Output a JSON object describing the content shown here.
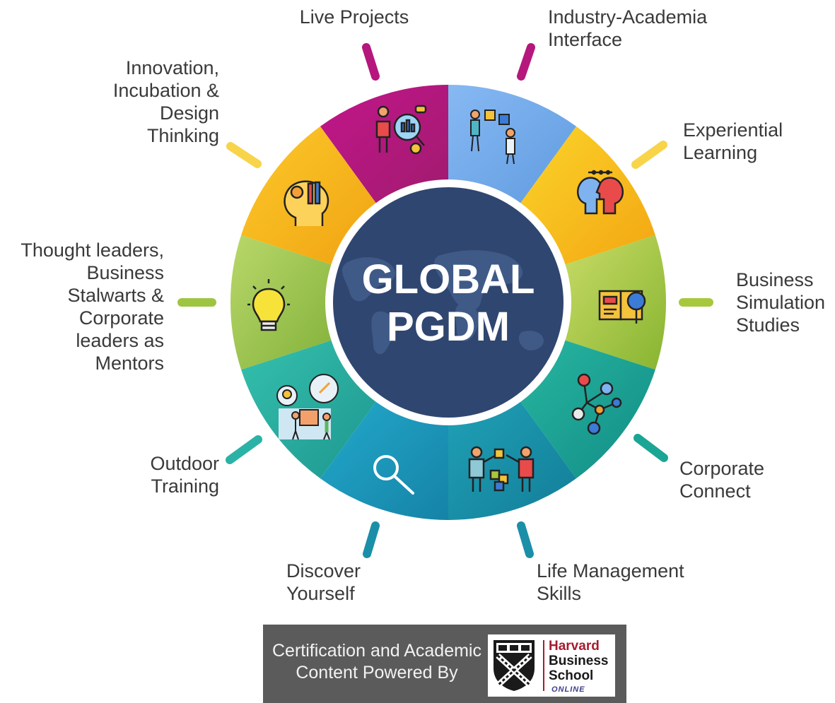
{
  "center": {
    "line1": "GLOBAL",
    "line2": "PGDM"
  },
  "segments": [
    {
      "id": "live-projects",
      "label_lines": [
        "Live Projects"
      ],
      "color": "#b5177c",
      "icon": "analytics-presenter-icon"
    },
    {
      "id": "industry-academia",
      "label_lines": [
        "Industry-Academia",
        "Interface"
      ],
      "color": "#7fb3ef",
      "icon": "puzzle-collaboration-icon"
    },
    {
      "id": "experiential",
      "label_lines": [
        "Experiential",
        "Learning"
      ],
      "color": "#f7c21b",
      "icon": "two-heads-connection-icon"
    },
    {
      "id": "simulation",
      "label_lines": [
        "Business",
        "Simulation",
        "Studies"
      ],
      "color": "#a7c83c",
      "icon": "book-magnifier-icon"
    },
    {
      "id": "corporate",
      "label_lines": [
        "Corporate",
        "Connect"
      ],
      "color": "#1ba595",
      "icon": "network-nodes-icon"
    },
    {
      "id": "life-mgmt",
      "label_lines": [
        "Life Management",
        "Skills"
      ],
      "color": "#1b8fa8",
      "icon": "team-puzzle-icon"
    },
    {
      "id": "discover",
      "label_lines": [
        "Discover",
        "Yourself"
      ],
      "color": "#1e9cc0",
      "icon": "magnifier-icon"
    },
    {
      "id": "outdoor",
      "label_lines": [
        "Outdoor",
        "Training"
      ],
      "color": "#2bb2a6",
      "icon": "ideas-presentation-icon"
    },
    {
      "id": "mentors",
      "label_lines": [
        "Thought leaders,",
        "Business",
        "Stalwarts &",
        "Corporate",
        "leaders as",
        "Mentors"
      ],
      "color": "#9ec542",
      "icon": "lightbulb-icon"
    },
    {
      "id": "innovation",
      "label_lines": [
        "Innovation,",
        "Incubation &",
        "Design",
        "Thinking"
      ],
      "color": "#f7b81c",
      "icon": "creative-head-icon"
    }
  ],
  "footer": {
    "text_lines": [
      "Certification and Academic",
      "Content Powered By"
    ],
    "logo_lines": [
      "Harvard",
      "Business",
      "School"
    ],
    "logo_online": "ONLINE"
  }
}
